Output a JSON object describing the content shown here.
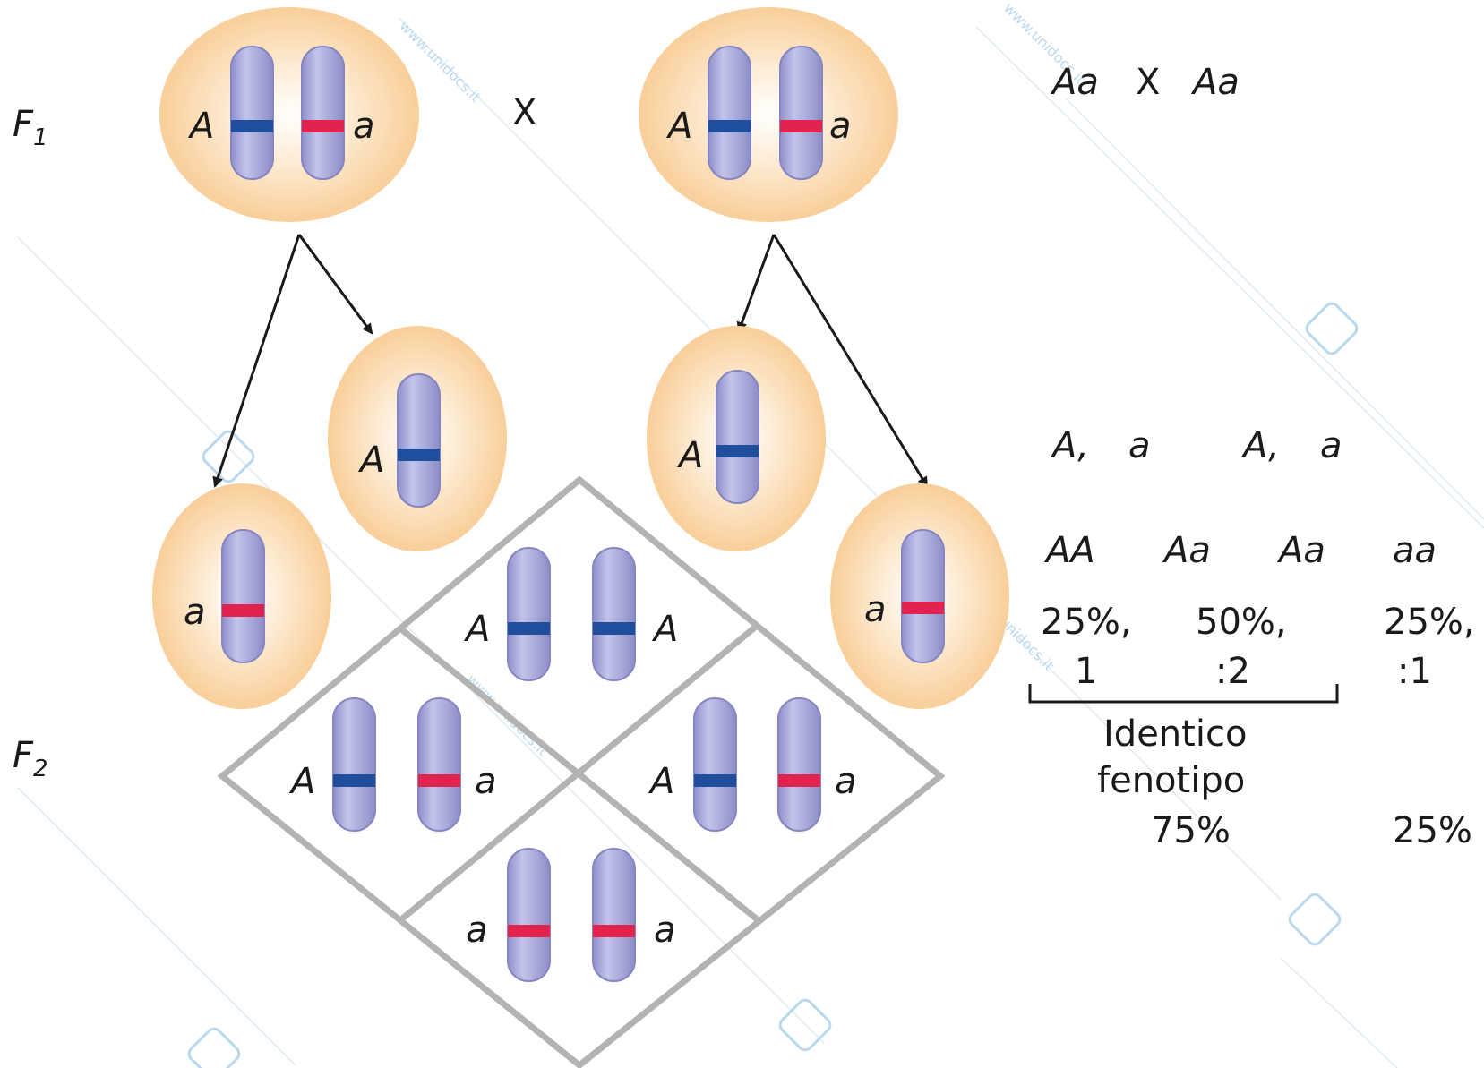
{
  "generations": {
    "f1": "F1",
    "f1_main": "F",
    "f1_sub": "1",
    "f2_main": "F",
    "f2_sub": "2",
    "cross_symbol": "X"
  },
  "alleles": {
    "dominant": "A",
    "recessive": "a"
  },
  "side_panel": {
    "parents": {
      "left": "Aa",
      "x": "X",
      "right": "Aa"
    },
    "gametes": {
      "g1": "A,",
      "g2": "a",
      "g3": "A,",
      "g4": "a"
    },
    "genotypes": [
      "AA",
      "Aa",
      "Aa",
      "aa"
    ],
    "percents": [
      "25%,",
      "50%,",
      "25%,"
    ],
    "ratios": [
      "1",
      ":2",
      ":1"
    ],
    "phenotype_label_line1": "Identico",
    "phenotype_label_line2": "fenotipo",
    "phenotype_dominant": "75%",
    "phenotype_recessive": "25%"
  },
  "watermark": {
    "text": "www.unidocs.it",
    "logo": "ih"
  },
  "colors": {
    "cell_fill_center": "#ffffff",
    "cell_fill_edge": "#f9cf9a",
    "chromosome": "#a9a9d9",
    "chromosome_edge": "#8686c2",
    "allele_dominant": "#1f4f9c",
    "allele_recessive": "#e2234f",
    "grid": "#b3b3b3",
    "arrow": "#1a1a1a",
    "watermark": "#9fc8e6"
  }
}
